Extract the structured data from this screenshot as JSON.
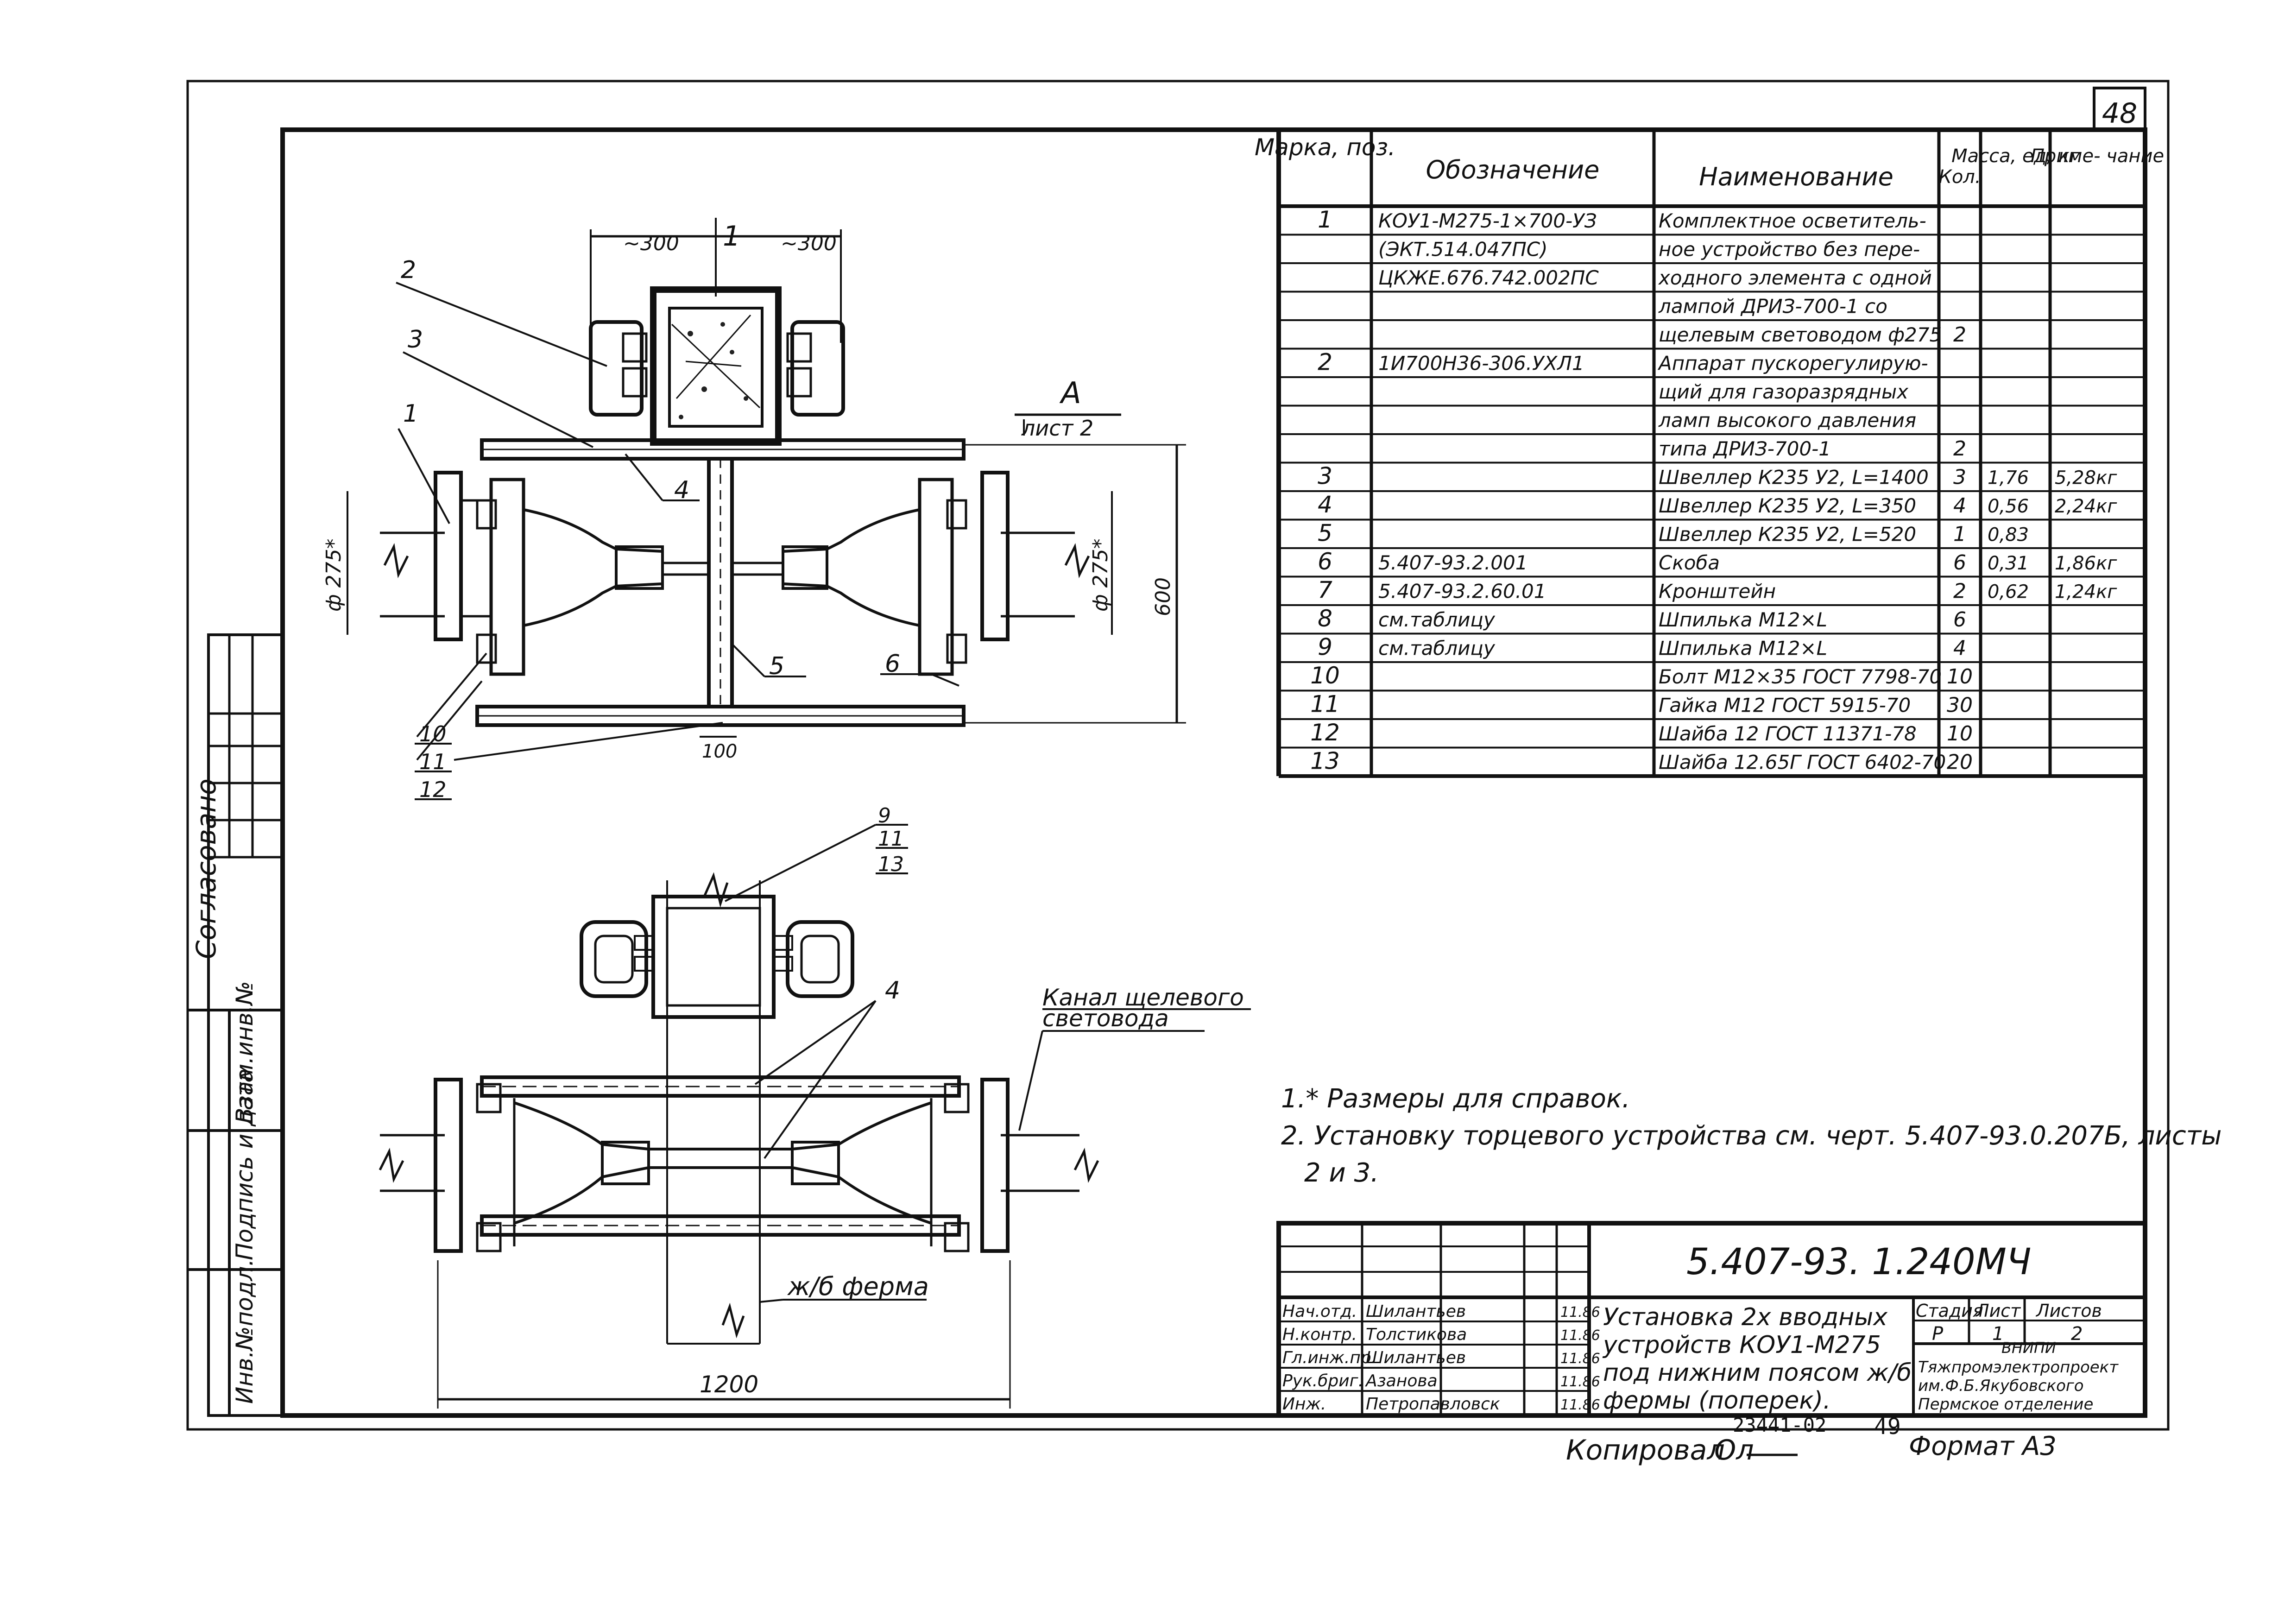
{
  "sheet_number": "48",
  "page_number": "49",
  "inventory_code": "23441-02",
  "copied_by": "Копировал",
  "copied_signature": "Ол",
  "format_label": "Формат А3",
  "left_strip": {
    "agreed": "Согласовано",
    "inv_podl": "Инв.№подл.",
    "signature_date": "Подпись и дата",
    "vzam_inv": "Взам.инв.№"
  },
  "table": {
    "headers": {
      "marka": "Марка, поз.",
      "designation": "Обозначение",
      "name": "Наименование",
      "qty": "Кол.",
      "mass": "Масса, ед, кг",
      "note": "Приме- чание"
    },
    "rows": [
      {
        "pos": "1",
        "designation": "КОУ1-М275-1×700-УЗ",
        "name": "Комплектное осветитель-",
        "qty": "",
        "mass": "",
        "note": ""
      },
      {
        "pos": "",
        "designation": "(ЭКТ.514.047ПС)",
        "name": "ное устройство без пере-",
        "qty": "",
        "mass": "",
        "note": ""
      },
      {
        "pos": "",
        "designation": "ЦКЖЕ.676.742.002ПС",
        "name": "ходного элемента с одной",
        "qty": "",
        "mass": "",
        "note": ""
      },
      {
        "pos": "",
        "designation": "",
        "name": "лампой ДРИЗ-700-1 со",
        "qty": "",
        "mass": "",
        "note": ""
      },
      {
        "pos": "",
        "designation": "",
        "name": "щелевым световодом ф275",
        "qty": "2",
        "mass": "",
        "note": ""
      },
      {
        "pos": "2",
        "designation": "1И700Н36-306.УХЛ1",
        "name": "Аппарат пускорегулирую-",
        "qty": "",
        "mass": "",
        "note": ""
      },
      {
        "pos": "",
        "designation": "",
        "name": "щий для газоразрядных",
        "qty": "",
        "mass": "",
        "note": ""
      },
      {
        "pos": "",
        "designation": "",
        "name": "ламп высокого давления",
        "qty": "",
        "mass": "",
        "note": ""
      },
      {
        "pos": "",
        "designation": "",
        "name": "типа ДРИЗ-700-1",
        "qty": "2",
        "mass": "",
        "note": ""
      },
      {
        "pos": "3",
        "designation": "",
        "name": "Швеллер К235 У2, L=1400",
        "qty": "3",
        "mass": "1,76",
        "note": "5,28кг"
      },
      {
        "pos": "4",
        "designation": "",
        "name": "Швеллер К235 У2, L=350",
        "qty": "4",
        "mass": "0,56",
        "note": "2,24кг"
      },
      {
        "pos": "5",
        "designation": "",
        "name": "Швеллер К235 У2, L=520",
        "qty": "1",
        "mass": "0,83",
        "note": ""
      },
      {
        "pos": "6",
        "designation": "5.407-93.2.001",
        "name": "Скоба",
        "qty": "6",
        "mass": "0,31",
        "note": "1,86кг"
      },
      {
        "pos": "7",
        "designation": "5.407-93.2.60.01",
        "name": "Кронштейн",
        "qty": "2",
        "mass": "0,62",
        "note": "1,24кг"
      },
      {
        "pos": "8",
        "designation": "см.таблицу",
        "name": "Шпилька М12×L",
        "qty": "6",
        "mass": "",
        "note": ""
      },
      {
        "pos": "9",
        "designation": "см.таблицу",
        "name": "Шпилька М12×L",
        "qty": "4",
        "mass": "",
        "note": ""
      },
      {
        "pos": "10",
        "designation": "",
        "name": "Болт М12×35 ГОСТ 7798-70",
        "qty": "10",
        "mass": "",
        "note": ""
      },
      {
        "pos": "11",
        "designation": "",
        "name": "Гайка М12 ГОСТ 5915-70",
        "qty": "30",
        "mass": "",
        "note": ""
      },
      {
        "pos": "12",
        "designation": "",
        "name": "Шайба 12 ГОСТ 11371-78",
        "qty": "10",
        "mass": "",
        "note": ""
      },
      {
        "pos": "13",
        "designation": "",
        "name": "Шайба 12.65Г ГОСТ 6402-70",
        "qty": "20",
        "mass": "",
        "note": ""
      }
    ]
  },
  "notes": [
    "1.* Размеры для справок.",
    "2. Установку торцевого устройства см. черт. 5.407-93.0.207Б, листы",
    "2 и 3."
  ],
  "drawing": {
    "dim_300_left": "~300",
    "dim_300_right": "~300",
    "dim_1": "1",
    "view_a": "А",
    "view_a_sheet": "лист 2",
    "dia_left": "ф 275*",
    "dia_right": "ф 275*",
    "dim_600": "600",
    "dim_100": "100",
    "dim_1200": "1200",
    "channel_label_1": "Канал щелевого",
    "channel_label_2": "световода",
    "truss_label": "ж/б ферма",
    "callouts": {
      "c1": "1",
      "c2": "2",
      "c3": "3",
      "c4": "4",
      "c5": "5",
      "c6": "6",
      "c9": "9",
      "c10": "10",
      "c11": "11",
      "c12": "12",
      "c13": "13",
      "c4b": "4",
      "c11b": "11"
    }
  },
  "title_block": {
    "code": "5.407-93. 1.240МЧ",
    "title_lines": [
      "Установка 2х вводных",
      "устройств КОУ1-М275",
      "под нижним поясом ж/б",
      "фермы (поперек)."
    ],
    "stage_label": "Стадия",
    "sheet_label": "Лист",
    "sheets_label": "Листов",
    "stage": "Р",
    "sheet": "1",
    "sheets": "2",
    "org_lines": [
      "ВНИПИ",
      "Тяжпромэлектропроект",
      "им.Ф.Б.Якубовского",
      "Пермское отделение"
    ],
    "people": [
      {
        "role": "Нач.отд.",
        "name": "Шилантьев",
        "date": "11.86"
      },
      {
        "role": "Н.контр.",
        "name": "Толстикова",
        "date": "11.86"
      },
      {
        "role": "Гл.инж.пр.",
        "name": "Шилантьев",
        "date": "11.86"
      },
      {
        "role": "Рук.бриг.",
        "name": "Азанова",
        "date": "11.86"
      },
      {
        "role": "Инж.",
        "name": "Петропавловск",
        "date": "11.86"
      }
    ]
  }
}
